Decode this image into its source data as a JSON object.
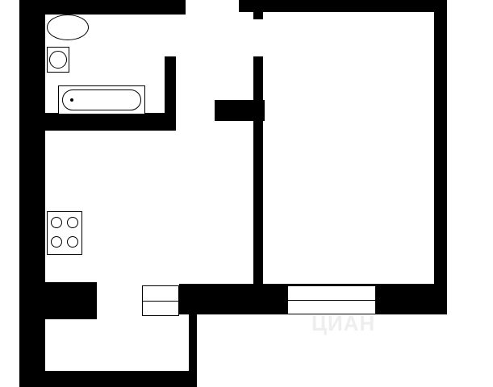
{
  "plan": {
    "rooms": [
      "bathroom",
      "kitchen",
      "living-room",
      "hallway",
      "balcony"
    ],
    "fixtures": [
      "sink",
      "toilet",
      "bathtub",
      "stove"
    ],
    "colors": {
      "wall": "#000000",
      "background": "#ffffff",
      "watermark": "#eeeeee"
    }
  },
  "watermark": {
    "text": "ЦИАН"
  }
}
